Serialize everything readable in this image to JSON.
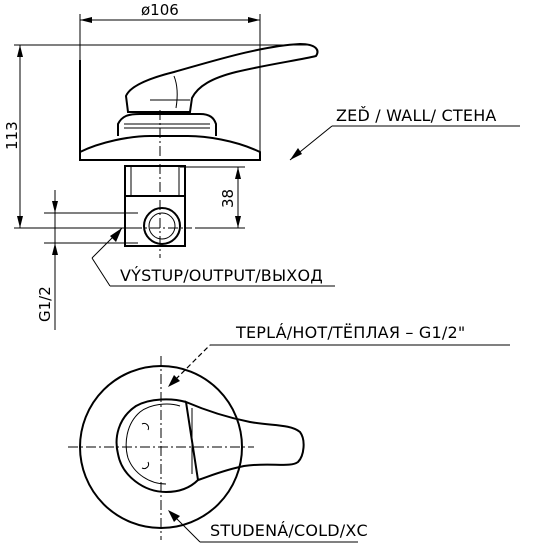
{
  "dimensions": {
    "diameter_label": "ø106",
    "height_label": "113",
    "depth_label": "38",
    "thread_label": "G1/2"
  },
  "callouts": {
    "wall": "ZEĎ / WALL/ СТЕНА",
    "output": "VÝSTUP/OUTPUT/ВЫХОД",
    "hot": "TEPLÁ/HOT/ТЁПЛАЯ – G1/2\"",
    "cold": "STUDENÁ/COLD/ХС"
  }
}
